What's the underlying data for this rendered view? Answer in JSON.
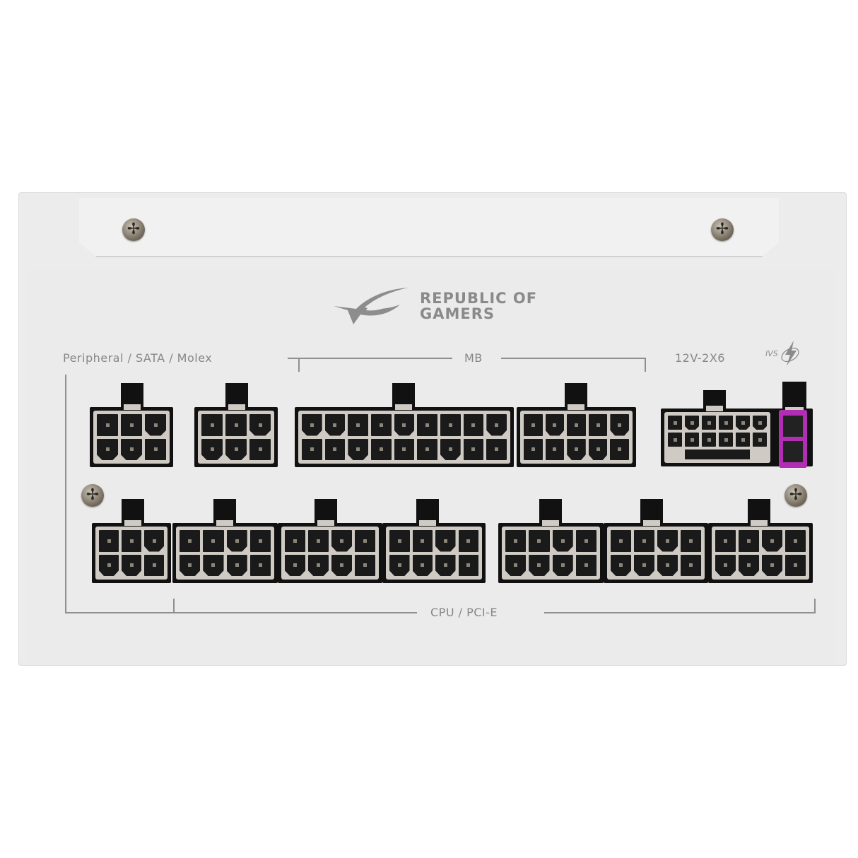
{
  "product": {
    "brand_logo_line1": "REPUBLIC OF",
    "brand_logo_line2": "GAMERS",
    "logo_icon": "rog-eye-icon"
  },
  "sections": {
    "peripheral": {
      "label": "Peripheral / SATA / Molex",
      "connectors": [
        {
          "name": "peripheral-port-1",
          "pins": 6,
          "cols": 3,
          "rows": 2
        },
        {
          "name": "peripheral-port-2",
          "pins": 6,
          "cols": 3,
          "rows": 2
        }
      ]
    },
    "mb": {
      "label": "MB",
      "connectors": [
        {
          "name": "mb-18pin-port",
          "pins": 18,
          "cols": 9,
          "rows": 2
        },
        {
          "name": "mb-10pin-port",
          "pins": 10,
          "cols": 5,
          "rows": 2
        }
      ]
    },
    "gpu": {
      "label": "12V-2X6",
      "badge": "IVS",
      "badge_icon": "lightning-bolt-icon",
      "connectors": [
        {
          "name": "12v-2x6-port",
          "pins": 12,
          "cols": 6,
          "rows": 2,
          "sense_pins": 4
        },
        {
          "name": "ivs-sense-port",
          "pins": 2,
          "color": "#b02db4"
        }
      ]
    },
    "cpu_pcie": {
      "label": "CPU / PCI-E",
      "connectors": [
        {
          "name": "cpu-pcie-port-1",
          "pins": 6,
          "cols": 3,
          "rows": 2
        },
        {
          "name": "cpu-pcie-port-2",
          "pins": 8,
          "cols": 4,
          "rows": 2
        },
        {
          "name": "cpu-pcie-port-3",
          "pins": 8,
          "cols": 4,
          "rows": 2
        },
        {
          "name": "cpu-pcie-port-4",
          "pins": 8,
          "cols": 4,
          "rows": 2
        },
        {
          "name": "cpu-pcie-port-5",
          "pins": 8,
          "cols": 4,
          "rows": 2
        },
        {
          "name": "cpu-pcie-port-6",
          "pins": 8,
          "cols": 4,
          "rows": 2
        },
        {
          "name": "cpu-pcie-port-7",
          "pins": 8,
          "cols": 4,
          "rows": 2
        }
      ]
    }
  },
  "colors": {
    "chassis": "#ececec",
    "connector": "#111111",
    "housing": "#cfcbc4",
    "label": "#878787",
    "ivs_accent": "#b02db4"
  }
}
